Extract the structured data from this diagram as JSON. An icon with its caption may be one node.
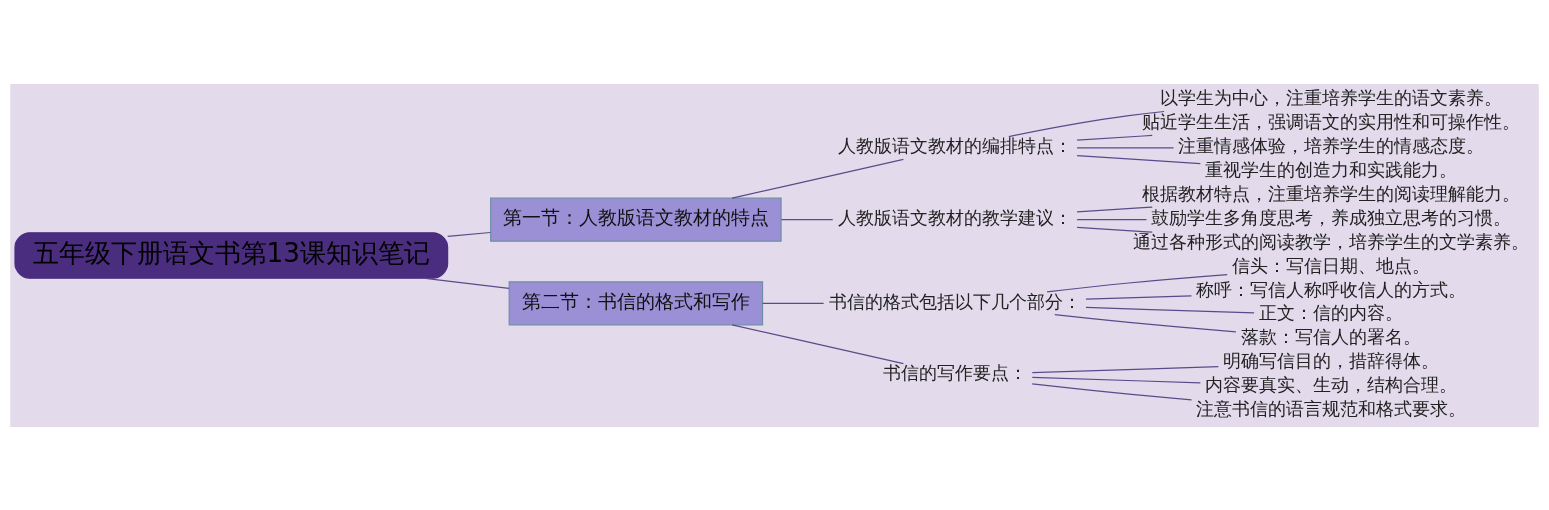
{
  "diagram": {
    "nodes": [
      {
        "text": [
          "五年级下册语文书第13课知识笔记"
        ]
      },
      {
        "text": [
          "第一节：人教版语文教材的特点"
        ]
      },
      {
        "text": [
          "人教版语文教材的编排特点："
        ]
      },
      {
        "text": [
          "以学生为中心，注重培养学生的语文素养。"
        ]
      },
      {
        "text": [
          "贴近学生生活，强调语文的实用性和可操作性。"
        ]
      },
      {
        "text": [
          "注重情感体验，培养学生的情感态度。"
        ]
      },
      {
        "text": [
          "重视学生的创造力和实践能力。"
        ]
      },
      {
        "text": [
          "人教版语文教材的教学建议："
        ]
      },
      {
        "text": [
          "根据教材特点，注重培养学生的阅读理解能力。"
        ]
      },
      {
        "text": [
          "鼓励学生多角度思考，养成独立思考的习惯。"
        ]
      },
      {
        "text": [
          "通过各种形式的阅读教学，培养学生的文学素养。"
        ]
      },
      {
        "text": [
          "第二节：书信的格式和写作"
        ]
      },
      {
        "text": [
          "书信的格式包括以下几个部分："
        ]
      },
      {
        "text": [
          "信头：写信日期、地点。"
        ]
      },
      {
        "text": [
          "称呼：写信人称呼收信人的方式。"
        ]
      },
      {
        "text": [
          "正文：信的内容。"
        ]
      },
      {
        "text": [
          "落款：写信人的署名。"
        ]
      },
      {
        "text": [
          "书信的写作要点："
        ]
      },
      {
        "text": [
          "明确写信目的，措辞得体。"
        ]
      },
      {
        "text": [
          "内容要真实、生动，结构合理。"
        ]
      },
      {
        "text": [
          "注意书信的语言规范和格式要求。"
        ]
      }
    ],
    "edges": [
      {
        "from": 0,
        "to": 1,
        "arrow": "none"
      },
      {
        "from": 1,
        "to": 2,
        "arrow": "none"
      },
      {
        "from": 2,
        "to": 3,
        "arrow": "none"
      },
      {
        "from": 2,
        "to": 4,
        "arrow": "none"
      },
      {
        "from": 2,
        "to": 5,
        "arrow": "none"
      },
      {
        "from": 2,
        "to": 6,
        "arrow": "none"
      },
      {
        "from": 1,
        "to": 7,
        "arrow": "none"
      },
      {
        "from": 7,
        "to": 8,
        "arrow": "none"
      },
      {
        "from": 7,
        "to": 9,
        "arrow": "none"
      },
      {
        "from": 7,
        "to": 10,
        "arrow": "none"
      },
      {
        "from": 0,
        "to": 11,
        "arrow": "none"
      },
      {
        "from": 11,
        "to": 12,
        "arrow": "none"
      },
      {
        "from": 12,
        "to": 13,
        "arrow": "none"
      },
      {
        "from": 12,
        "to": 14,
        "arrow": "none"
      },
      {
        "from": 12,
        "to": 15,
        "arrow": "none"
      },
      {
        "from": 12,
        "to": 16,
        "arrow": "none"
      },
      {
        "from": 11,
        "to": 17,
        "arrow": "none"
      },
      {
        "from": 17,
        "to": 18,
        "arrow": "none"
      },
      {
        "from": 17,
        "to": 19,
        "arrow": "none"
      },
      {
        "from": 17,
        "to": 20,
        "arrow": "none"
      }
    ]
  }
}
